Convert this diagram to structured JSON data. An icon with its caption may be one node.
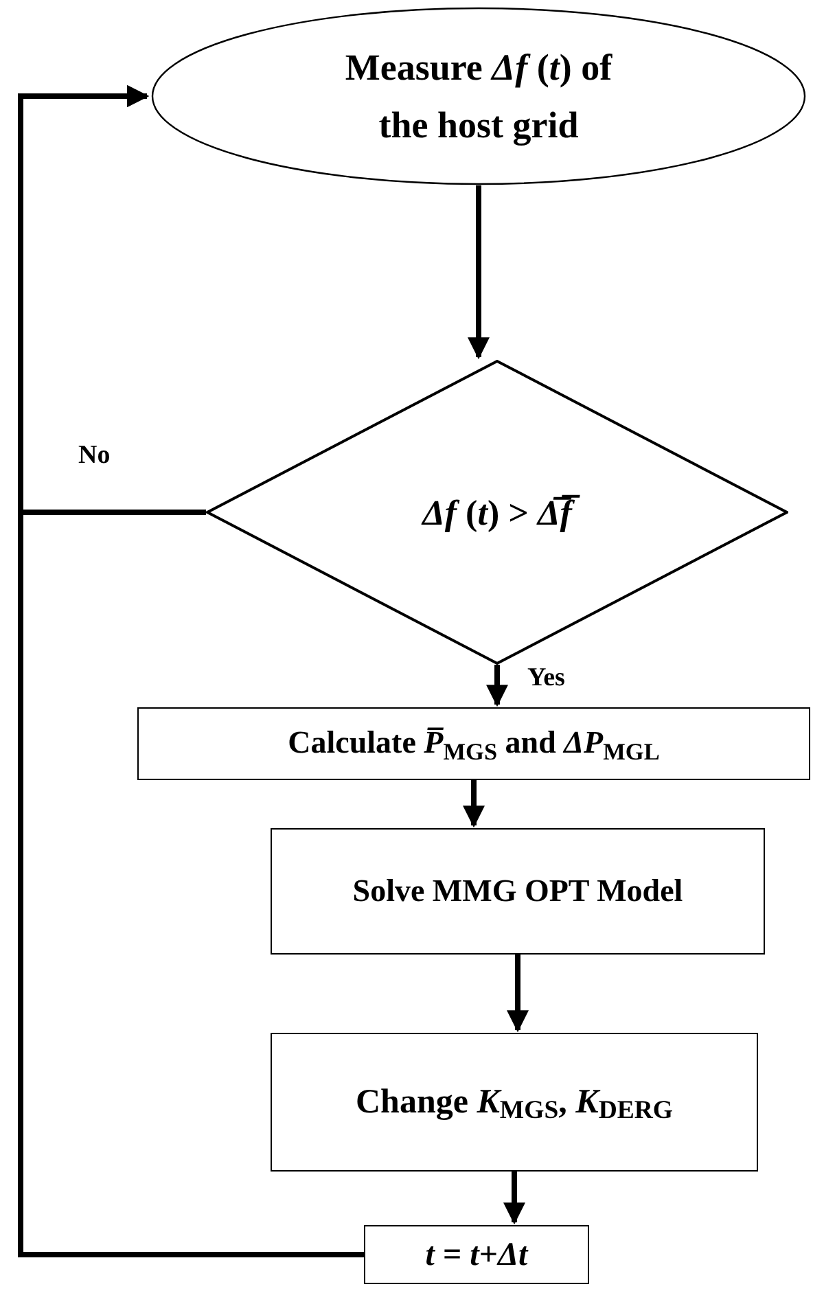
{
  "diagram": {
    "nodes": [
      {
        "text": [
          "Measure *Δf* (*t*) of the host grid"
        ]
      },
      {
        "text": [
          "*Δf* (*t*) > *Δ̅f̅*"
        ]
      },
      {
        "text": [
          "Calculate *P̅*$_{MG}$$_{S}$ and *ΔP*$_{MG}$$_{L}$"
        ]
      },
      {
        "text": [
          "Solve MMG OPT Model"
        ]
      },
      {
        "text": [
          "Change *K*$_{MG}$$_{S}$, *K*$_{DER}$$_{G}$"
        ]
      },
      {
        "text": [
          "*t* = *t*+*Δt*"
        ]
      }
    ],
    "edges": [
      {
        "from": 0,
        "to": 1,
        "arrow": "to"
      },
      {
        "from": 1,
        "to": 2,
        "arrow": "to",
        "label": "Yes"
      },
      {
        "from": 1,
        "to": 0,
        "arrow": "to",
        "label": "No"
      },
      {
        "from": 2,
        "to": 3,
        "arrow": "to"
      },
      {
        "from": 3,
        "to": 4,
        "arrow": "to"
      },
      {
        "from": 4,
        "to": 5,
        "arrow": "to"
      },
      {
        "from": 5,
        "to": 0,
        "arrow": "to"
      }
    ]
  }
}
